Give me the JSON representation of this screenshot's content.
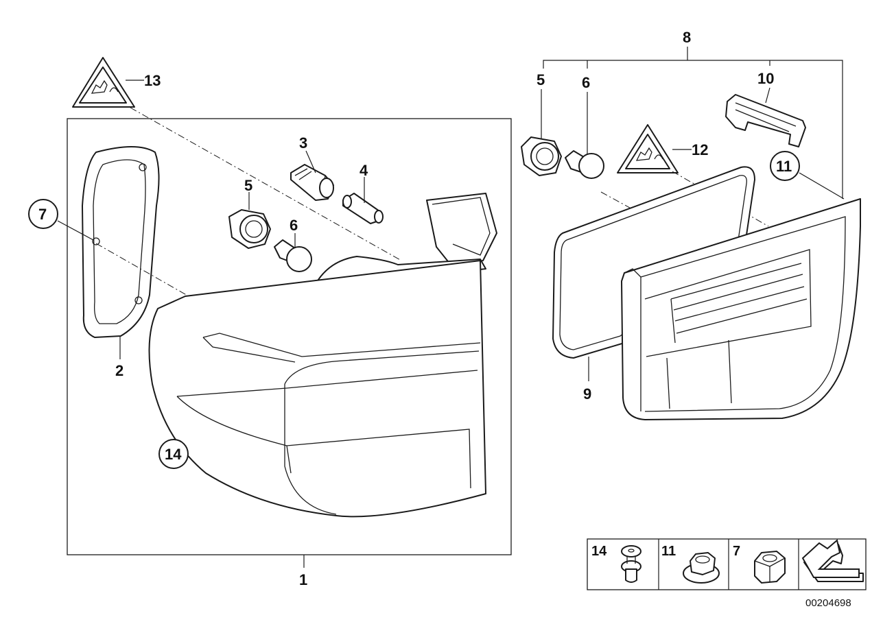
{
  "diagram": {
    "callouts": {
      "c1": "1",
      "c2": "2",
      "c3": "3",
      "c4": "4",
      "c5_left": "5",
      "c6_left": "6",
      "c7": "7",
      "c8": "8",
      "c5_right": "5",
      "c6_right": "6",
      "c9": "9",
      "c10": "10",
      "c11": "11",
      "c12": "12",
      "c13": "13",
      "c14": "14"
    },
    "legend": {
      "items": [
        "14",
        "11",
        "7"
      ]
    },
    "document_number": "00204698"
  },
  "colors": {
    "line": "#1a1a1a",
    "background": "#ffffff",
    "shade": "#e6e6e6"
  }
}
